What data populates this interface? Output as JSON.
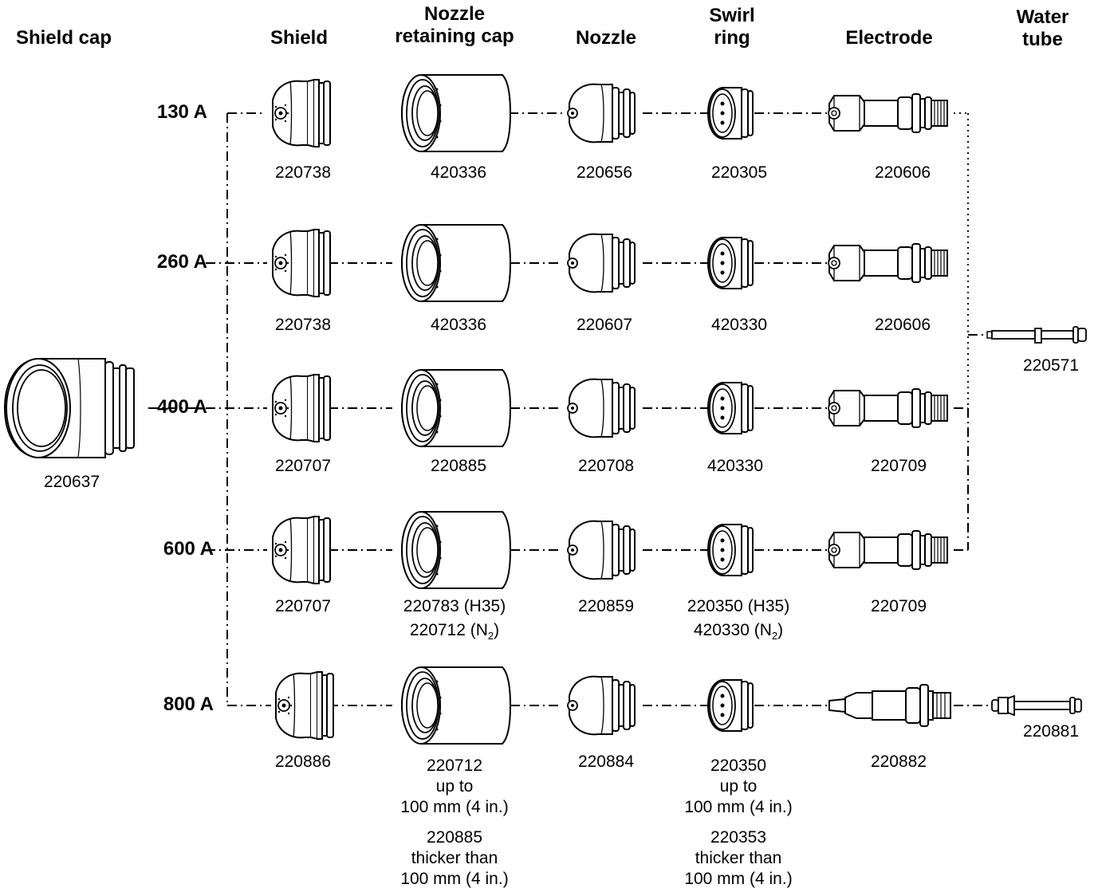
{
  "headers": {
    "shield_cap": "Shield cap",
    "shield": "Shield",
    "retaining_cap_1": "Nozzle",
    "retaining_cap_2": "retaining cap",
    "nozzle": "Nozzle",
    "swirl_1": "Swirl",
    "swirl_2": "ring",
    "electrode": "Electrode",
    "water_1": "Water",
    "water_2": "tube"
  },
  "shield_cap_part": "220637",
  "rows": [
    {
      "amps": "130 A",
      "shield": "220738",
      "retaining_cap": "420336",
      "nozzle": "220656",
      "swirl_ring": "220305",
      "electrode": "220606"
    },
    {
      "amps": "260 A",
      "shield": "220738",
      "retaining_cap": "420336",
      "nozzle": "220607",
      "swirl_ring": "420330",
      "electrode": "220606"
    },
    {
      "amps": "400 A",
      "shield": "220707",
      "retaining_cap": "220885",
      "nozzle": "220708",
      "swirl_ring": "420330",
      "electrode": "220709"
    },
    {
      "amps": "600 A",
      "shield": "220707",
      "retaining_cap": "220783 (H35)",
      "retaining_cap_2a": "220712 (N",
      "retaining_cap_2b": "2",
      "retaining_cap_2c": ")",
      "nozzle": "220859",
      "swirl_ring": "220350 (H35)",
      "swirl_ring_2a": "420330 (N",
      "swirl_ring_2b": "2",
      "swirl_ring_2c": ")",
      "electrode": "220709"
    },
    {
      "amps": "800 A",
      "shield": "220886",
      "retaining_cap": "220712",
      "retaining_cap_l2": "up to",
      "retaining_cap_l3": "100 mm (4 in.)",
      "retaining_cap_l4": "220885",
      "retaining_cap_l5": "thicker than",
      "retaining_cap_l6": "100 mm (4 in.)",
      "nozzle": "220884",
      "swirl_ring": "220350",
      "swirl_ring_l2": "up to",
      "swirl_ring_l3": "100 mm (4 in.)",
      "swirl_ring_l4": "220353",
      "swirl_ring_l5": "thicker than",
      "swirl_ring_l6": "100 mm (4 in.)",
      "electrode": "220882"
    }
  ],
  "water_tubes": {
    "shared": "220571",
    "row_800": "220881"
  },
  "colors": {
    "line": "#000000",
    "background": "#ffffff"
  }
}
